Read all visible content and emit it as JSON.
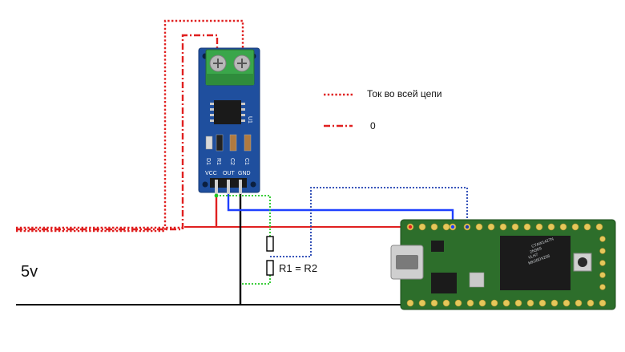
{
  "legend": {
    "total_current_label": "Ток во всей цепи",
    "zero_label": "0"
  },
  "labels": {
    "supply_voltage": "5v",
    "resistor_equation": "R1 = R2"
  },
  "sensor_module": {
    "pin_labels": [
      "VCC",
      "OUT",
      "GND"
    ],
    "component_labels": [
      "D1",
      "R1",
      "C2",
      "C1",
      "U1"
    ]
  },
  "teensy_board": {
    "chip_marking": [
      "MK20DX256",
      "VLH7",
      "2N36S",
      "CTAW1427N"
    ]
  },
  "colors": {
    "current_path": "#e02020",
    "zero_path": "#e02020",
    "vcc_wire": "#e02020",
    "out_wire": "#1f40ff",
    "out_divider": "#1f3fb0",
    "gnd_wire": "#000000",
    "divider_wire": "#22c722",
    "module_pcb": "#1f4f9e",
    "teensy_pcb": "#2d6e2b",
    "terminal_block": "#3aa64a"
  }
}
